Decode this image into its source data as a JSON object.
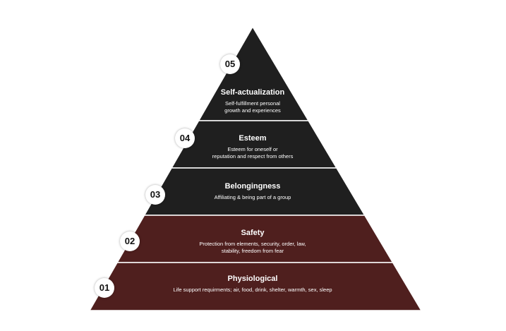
{
  "colors": {
    "dark_tier": "#1f1f1f",
    "red_tier": "#4f1f1e",
    "divider": "#ffffff",
    "badge_bg": "#ffffff",
    "badge_text": "#111111",
    "tier_text": "#ffffff"
  },
  "tiers": [
    {
      "number": "05",
      "title": "Self-actualization",
      "description": "Self-fulfillment personal\ngrowth and experiences",
      "color_key": "dark_tier"
    },
    {
      "number": "04",
      "title": "Esteem",
      "description": "Esteem for oneself or\nreputation and respect from others",
      "color_key": "dark_tier"
    },
    {
      "number": "03",
      "title": "Belongingness",
      "description": "Affiliating & being part of a group",
      "color_key": "dark_tier"
    },
    {
      "number": "02",
      "title": "Safety",
      "description": "Protection from elements, security, order, law,\nstability, freedom from fear",
      "color_key": "red_tier"
    },
    {
      "number": "01",
      "title": "Physiological",
      "description": "Life support requirments; air, food, drink, shelter, warmth, sex, sleep",
      "color_key": "red_tier"
    }
  ]
}
